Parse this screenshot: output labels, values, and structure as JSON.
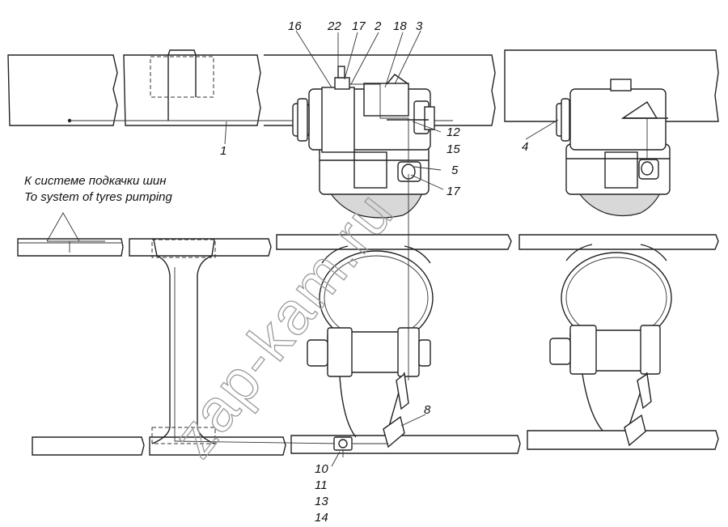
{
  "caption": {
    "ru": "К системе подкачки шин",
    "en": "To system of tyres pumping"
  },
  "watermark": "zap-kam.ru",
  "callouts": {
    "c16": "16",
    "c22": "22",
    "c17a": "17",
    "c2": "2",
    "c18": "18",
    "c3": "3",
    "c12": "12",
    "c15": "15",
    "c5": "5",
    "c17b": "17",
    "c1": "1",
    "c4": "4",
    "c8": "8",
    "c10": "10",
    "c11": "11",
    "c13": "13",
    "c14": "14"
  }
}
